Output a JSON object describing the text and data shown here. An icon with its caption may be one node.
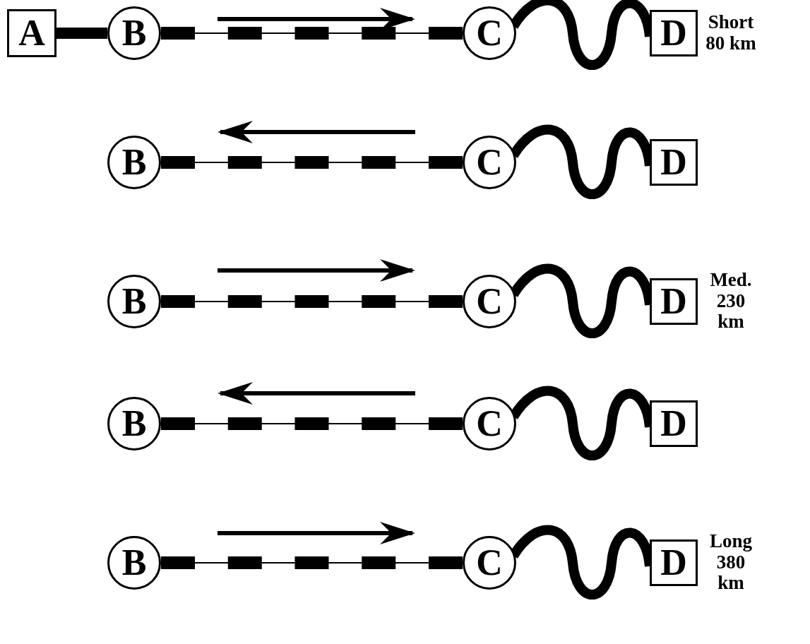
{
  "diagram": {
    "nodes": [
      {
        "text": [
          "A"
        ]
      },
      {
        "text": [
          "B"
        ]
      },
      {
        "text": [
          "C"
        ]
      },
      {
        "text": [
          "D"
        ],
        "beside": [
          "Short 80 km"
        ]
      },
      {
        "text": [
          "B"
        ]
      },
      {
        "text": [
          "C"
        ]
      },
      {
        "text": [
          "D"
        ]
      },
      {
        "text": [
          "B"
        ]
      },
      {
        "text": [
          "C"
        ]
      },
      {
        "text": [
          "D"
        ],
        "beside": [
          "Med. 230 km"
        ]
      },
      {
        "text": [
          "B"
        ]
      },
      {
        "text": [
          "C"
        ]
      },
      {
        "text": [
          "D"
        ]
      },
      {
        "text": [
          "B"
        ]
      },
      {
        "text": [
          "C"
        ]
      },
      {
        "text": [
          "D"
        ],
        "beside": [
          "Long 380 km"
        ]
      }
    ],
    "edges": [
      {
        "from": 0,
        "to": 1,
        "arrow": "none"
      },
      {
        "from": 1,
        "to": 2,
        "arrow": "none",
        "style": "dashed"
      },
      {
        "from": 2,
        "to": 3,
        "arrow": "none"
      },
      {
        "from": 4,
        "to": 5,
        "arrow": "none",
        "style": "dashed"
      },
      {
        "from": 5,
        "to": 6,
        "arrow": "none"
      },
      {
        "from": 7,
        "to": 8,
        "arrow": "none",
        "style": "dashed"
      },
      {
        "from": 8,
        "to": 9,
        "arrow": "none"
      },
      {
        "from": 10,
        "to": 11,
        "arrow": "none",
        "style": "dashed"
      },
      {
        "from": 11,
        "to": 12,
        "arrow": "none"
      },
      {
        "from": 13,
        "to": 14,
        "arrow": "none",
        "style": "dashed"
      },
      {
        "from": 14,
        "to": 15,
        "arrow": "none"
      }
    ]
  }
}
